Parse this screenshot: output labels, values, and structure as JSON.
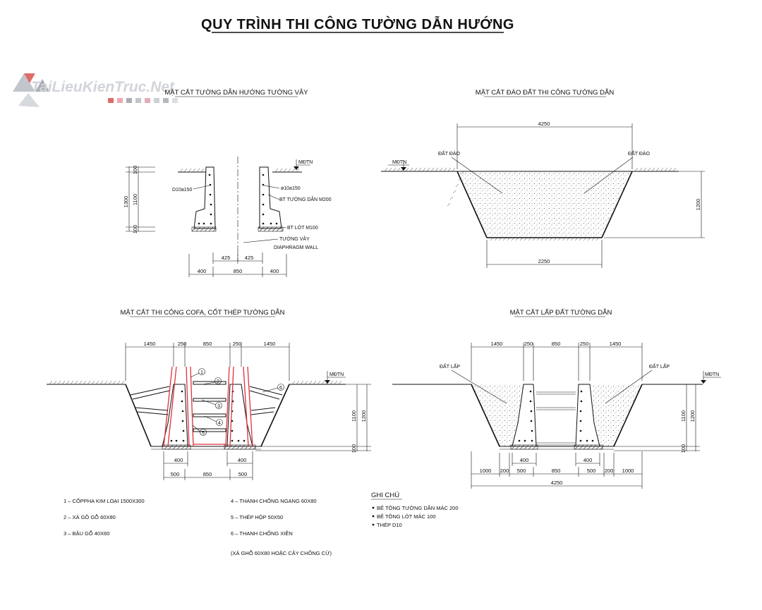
{
  "title": "QUY TRÌNH THI CÔNG TƯỜNG DẪN HƯỚNG",
  "watermark": {
    "text": "TaiLieuKienTruc.Net"
  },
  "sections": {
    "s1": {
      "title": "MẶT CẮT TƯỜNG DẪN HƯỚNG TƯỜNG VÂY",
      "labels": {
        "mdtn": "MĐTN",
        "d10a150": "D10a150",
        "phi10a150": "ø10a150",
        "bt_tuong_dan": "BT TƯỜNG DẪN M200",
        "bt_lot": "BT LÓT M100",
        "tuong_vay": "TƯỜNG VÂY",
        "diaphragm": "DIAPHRAGM WALL"
      },
      "dims": {
        "v_total": "1300",
        "v_top": "100",
        "v_mid": "1100",
        "v_bot": "100",
        "h_425a": "425",
        "h_425b": "425",
        "h_400a": "400",
        "h_850": "850",
        "h_400b": "400"
      }
    },
    "s2": {
      "title": "MẶT CẮT ĐÀO ĐẤT THI CÔNG TƯỜNG DẪN",
      "labels": {
        "mdtn": "MĐTN",
        "dat_dao_l": "ĐẤT ĐÀO",
        "dat_dao_r": "ĐẤT ĐÀO"
      },
      "dims": {
        "top": "4250",
        "bottom": "2250",
        "depth": "1200"
      }
    },
    "s3": {
      "title": "MẶT CẮT THI CÔNG COFA, CỐT THÉP TƯỜNG DẪN",
      "labels": {
        "mdtn": "MĐTN"
      },
      "callouts": [
        "1",
        "2",
        "3",
        "4",
        "5",
        "6"
      ],
      "dims": {
        "top": [
          "1450",
          "250",
          "850",
          "250",
          "1450"
        ],
        "v_1100": "1100",
        "v_1200": "1200",
        "v_100": "100",
        "b_400a": "400",
        "b_400b": "400",
        "b_500a": "500",
        "b_850": "850",
        "b_500b": "500"
      }
    },
    "s4": {
      "title": "MẶT CẮT LẤP ĐẤT TƯỜNG DẪN",
      "labels": {
        "mdtn": "MĐTN",
        "dat_lap_l": "ĐẤT LẤP",
        "dat_lap_r": "ĐẤT LẤP"
      },
      "dims": {
        "top": [
          "1450",
          "250",
          "850",
          "250",
          "1450"
        ],
        "v_1100": "1100",
        "v_1200": "1200",
        "v_100": "100",
        "b_400a": "400",
        "b_400b": "400",
        "bottom": [
          "1000",
          "200",
          "500",
          "850",
          "500",
          "200",
          "1000"
        ],
        "total": "4250"
      }
    }
  },
  "legend": {
    "items": [
      "1 – CỐPPHA KIM LOẠI 1500X300",
      "2 – XÀ GỒ GỖ 60X80",
      "3 – BẬU GỖ 40X60",
      "4 – THANH CHỐNG NGANG 60X80",
      "5 – THÉP HỘP 50X50",
      "6 – THANH CHỐNG XIÊN"
    ],
    "extra": "(XÀ GHỖ 60X80 HOẶC CÂY CHỐNG CỪ)"
  },
  "notes": {
    "heading": "GHI CHÚ",
    "items": [
      "BÊ TÔNG TƯỜNG DẪN MÁC 200",
      "BÊ TÔNG LÓT MÁC 100",
      "THÉP D10"
    ]
  },
  "colors": {
    "rebar_red": "#e0313a",
    "line": "#111111",
    "watermark_red": "#d9534f",
    "watermark_grey": "#8a8f98"
  }
}
